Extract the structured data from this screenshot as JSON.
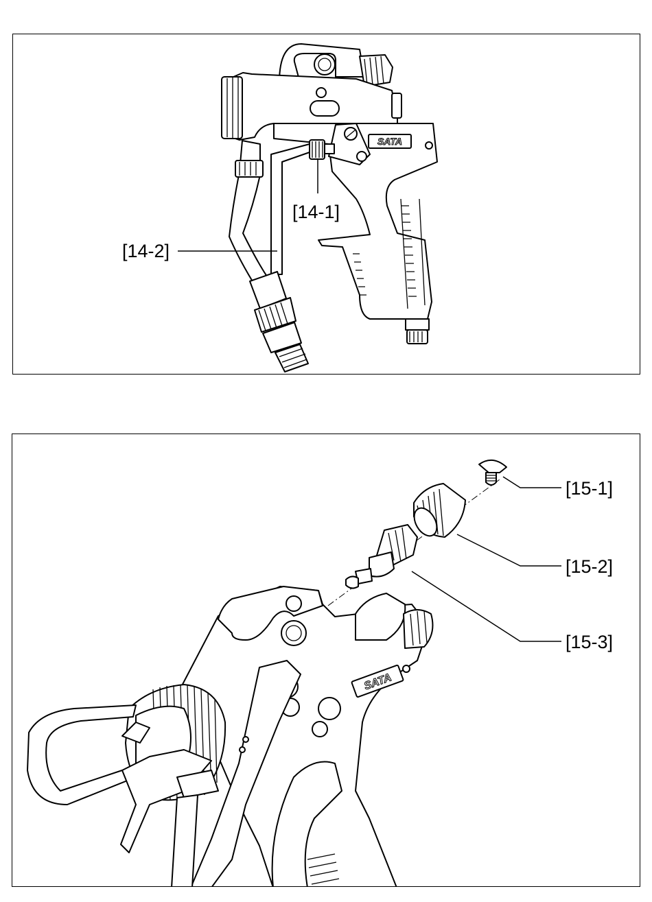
{
  "figure_14": {
    "callouts": {
      "c14_1": "[14-1]",
      "c14_2": "[14-2]"
    },
    "brand_mark": "SATA"
  },
  "figure_15": {
    "callouts": {
      "c15_1": "[15-1]",
      "c15_2": "[15-2]",
      "c15_3": "[15-3]"
    },
    "brand_mark": "SATA"
  }
}
